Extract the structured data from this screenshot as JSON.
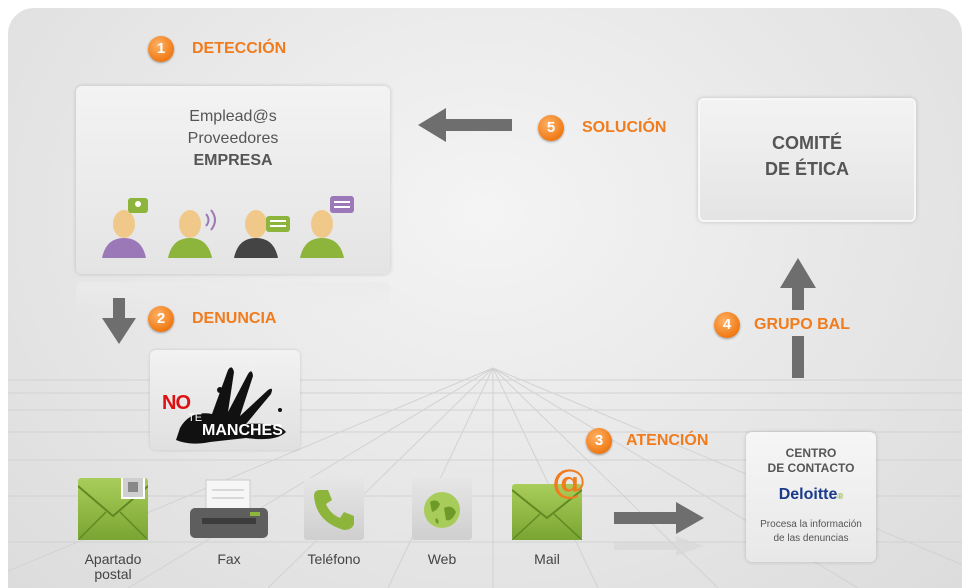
{
  "steps": {
    "s1": {
      "number": "1",
      "label": "DETECCIÓN"
    },
    "s2": {
      "number": "2",
      "label": "DENUNCIA"
    },
    "s3": {
      "number": "3",
      "label": "ATENCIÓN"
    },
    "s4": {
      "number": "4",
      "label": "GRUPO BAL"
    },
    "s5": {
      "number": "5",
      "label": "SOLUCIÓN"
    }
  },
  "detection_box": {
    "line1": "Emplead@s",
    "line2": "Proveedores",
    "line3": "EMPRESA"
  },
  "committee_box": {
    "line1": "COMITÉ",
    "line2": "DE ÉTICA"
  },
  "contact_center": {
    "line1": "CENTRO",
    "line2": "DE CONTACTO",
    "brand": "Deloitte",
    "brand_mark": "®",
    "desc_line1": "Procesa la información",
    "desc_line2": "de las denuncias"
  },
  "logo": {
    "word1": "NO",
    "word2": "TE",
    "word3": "MANCHES"
  },
  "channels": [
    {
      "line1": "Apartado",
      "line2": "postal",
      "icon": "envelope-stamp-icon"
    },
    {
      "line1": "Fax",
      "line2": "",
      "icon": "fax-icon"
    },
    {
      "line1": "Teléfono",
      "line2": "",
      "icon": "phone-icon"
    },
    {
      "line1": "Web",
      "line2": "",
      "icon": "globe-icon"
    },
    {
      "line1": "Mail",
      "line2": "",
      "icon": "envelope-at-icon"
    }
  ],
  "colors": {
    "accent": "#f07c1e",
    "arrow": "#6e6e6e",
    "green": "#8db53c",
    "brand_blue": "#1a3a8a"
  }
}
